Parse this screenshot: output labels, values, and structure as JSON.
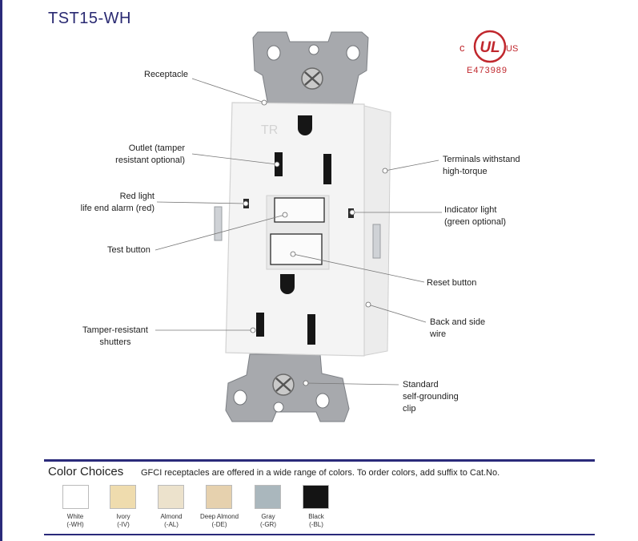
{
  "title": "TST15-WH",
  "certification": {
    "mark_left": "c",
    "mark_center": "UL",
    "mark_right": "US",
    "file_number": "E473989",
    "color": "#c0272d"
  },
  "callouts": {
    "receptacle": [
      "Receptacle"
    ],
    "outlet": [
      "Outlet (tamper",
      "resistant optional)"
    ],
    "red_light": [
      "Red light",
      "life end alarm (red)"
    ],
    "test_button": [
      "Test button"
    ],
    "tamper_shutters": [
      "Tamper-resistant",
      "shutters"
    ],
    "terminals": [
      "Terminals withstand",
      "high-torque"
    ],
    "indicator": [
      "Indicator light",
      "(green optional)"
    ],
    "reset_button": [
      "Reset  button"
    ],
    "back_side_wire": [
      "Back and side",
      "wire"
    ],
    "grounding_clip": [
      "Standard",
      "self-grounding",
      "clip"
    ]
  },
  "color_choices": {
    "heading": "Color Choices",
    "description": "GFCI receptacles are offered in a wide range of colors. To order colors, add suffix to Cat.No.",
    "swatches": [
      {
        "name": "White",
        "suffix": "(-WH)",
        "color": "#ffffff"
      },
      {
        "name": "Ivory",
        "suffix": "(-IV)",
        "color": "#efdcae"
      },
      {
        "name": "Almond",
        "suffix": "(-AL)",
        "color": "#ece2cc"
      },
      {
        "name": "Deep Almond",
        "suffix": "(-DE)",
        "color": "#e6d1ae"
      },
      {
        "name": "Gray",
        "suffix": "(-GR)",
        "color": "#aab7bd"
      },
      {
        "name": "Black",
        "suffix": "(-BL)",
        "color": "#141414"
      }
    ]
  },
  "accent_color": "#2a2a7a"
}
